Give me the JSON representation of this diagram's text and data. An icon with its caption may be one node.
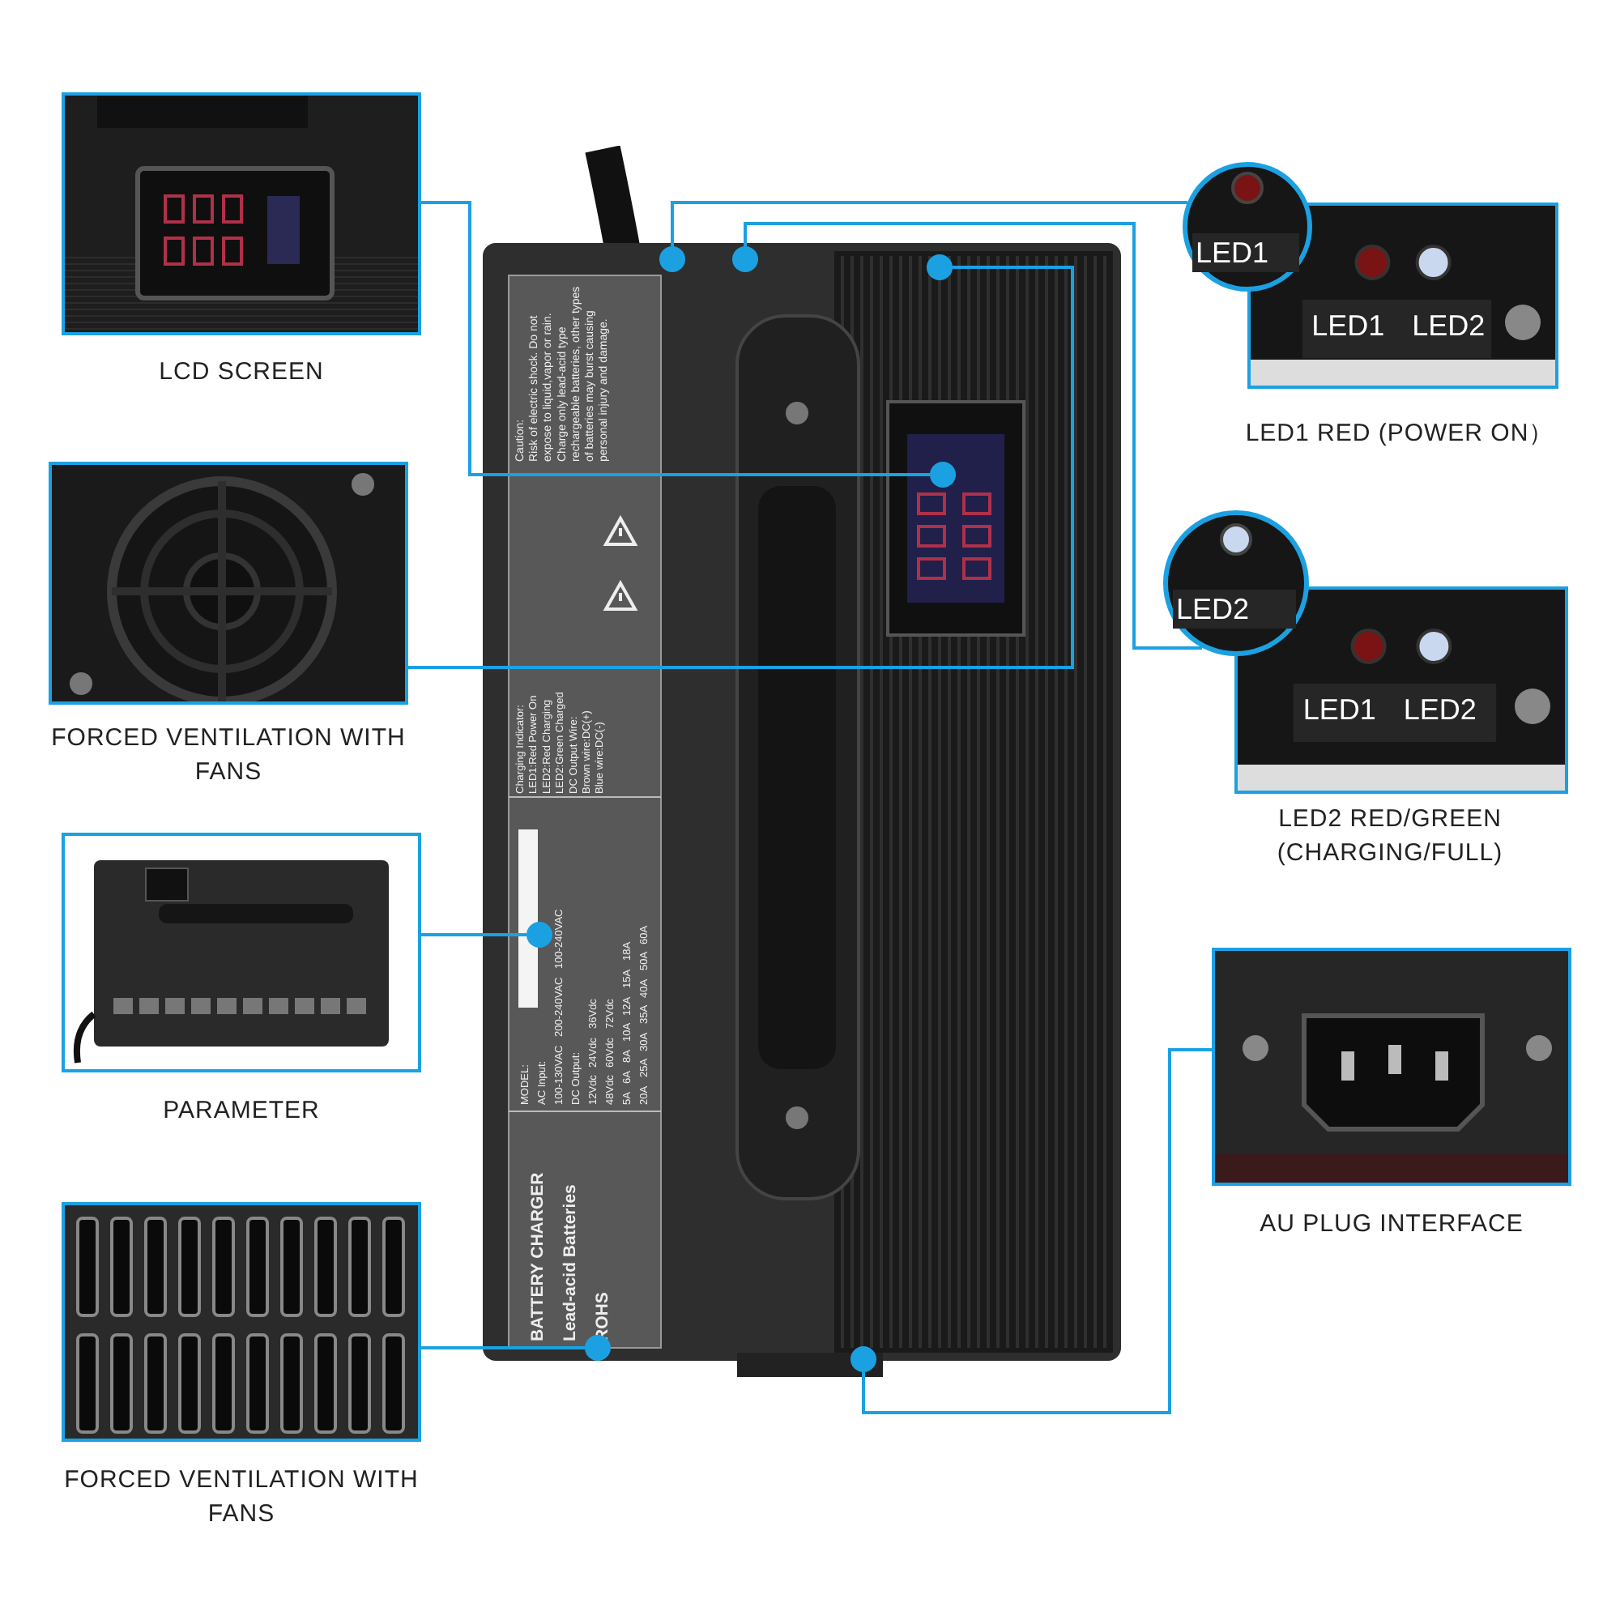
{
  "diagram": {
    "nodes": [
      {
        "text": [
          "LCD SCREEN"
        ]
      },
      {
        "text": [
          "FORCED VENTILATION WITH FANS"
        ]
      },
      {
        "text": [
          "PARAMETER"
        ]
      },
      {
        "text": [
          "FORCED VENTILATION WITH FANS"
        ]
      },
      {
        "text": [
          "LED1 RED (POWER ON）"
        ]
      },
      {
        "text": [
          "LED2 RED/GREEN (CHARGING/FULL)"
        ]
      },
      {
        "text": [
          "AU PLUG INTERFACE"
        ]
      },
      {
        "text": [],
        "shape": "picture"
      },
      {
        "text": [],
        "shape": "circle",
        "in": 7
      },
      {
        "text": [],
        "shape": "circle",
        "in": 7
      },
      {
        "text": [],
        "shape": "circle",
        "in": 7
      },
      {
        "text": [],
        "shape": "circle",
        "in": 7
      },
      {
        "text": [],
        "shape": "circle",
        "in": 7
      },
      {
        "text": [],
        "shape": "circle",
        "in": 7
      },
      {
        "text": [],
        "shape": "circle",
        "in": 7
      }
    ],
    "edges": [
      {
        "from": 0,
        "to": 11,
        "arrow": "none"
      },
      {
        "from": 1,
        "to": 10,
        "arrow": "none"
      },
      {
        "from": 2,
        "to": 12,
        "arrow": "none"
      },
      {
        "from": 3,
        "to": 13,
        "arrow": "none"
      },
      {
        "from": 4,
        "to": 8,
        "arrow": "none"
      },
      {
        "from": 5,
        "to": 9,
        "arrow": "none"
      },
      {
        "from": 6,
        "to": 14,
        "arrow": "none"
      }
    ],
    "labels": [
      "LED1",
      "LED1",
      "LED2",
      "LED2",
      "LED1",
      "LED2",
      "Caution:",
      "Risk of electric shock. Do not expose to liquid,vapor or rain.",
      "Charge only lead-acid type rechargeable batteries, other types of batteries may burst causing personal injury and damage.",
      "Charging Indicator:",
      "LED1:Red Power On",
      "LED2:Red Charging",
      "LED2:Green Charged",
      "DC Output Wire:",
      "Brown wire:DC(+)",
      "Blue wire:DC(-)",
      "MODEL:",
      "AC Input:",
      "100-130VAC",
      "200-240VAC",
      "100-240VAC",
      "DC Output:",
      "12Vdc",
      "24Vdc",
      "36Vdc",
      "48Vdc",
      "60Vdc",
      "72Vdc",
      "5A",
      "6A",
      "8A",
      "10A",
      "12A",
      "15A",
      "18A",
      "20A",
      "25A",
      "30A",
      "35A",
      "40A",
      "50A",
      "60A",
      "BATTERY CHARGER",
      "Lead-acid Batteries",
      "ROHS"
    ]
  }
}
